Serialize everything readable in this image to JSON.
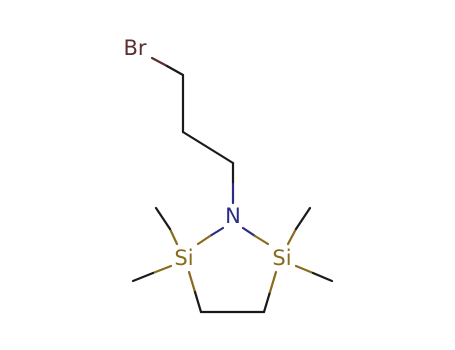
{
  "molecule": {
    "atoms": {
      "bromine": "Br",
      "nitrogen": "N",
      "silicon_left": "Si",
      "silicon_right": "Si"
    },
    "colors": {
      "bond": "#1a1a1a",
      "bromine": "#5c2e2e",
      "nitrogen": "#2c2c84",
      "silicon": "#8a6b1e"
    }
  }
}
